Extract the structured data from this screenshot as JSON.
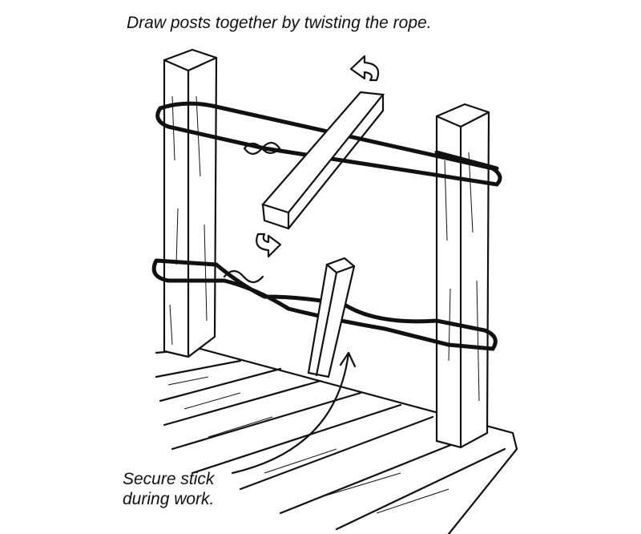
{
  "captions": {
    "top": "Draw posts together by twisting the rope.",
    "bottom_line1": "Secure stick",
    "bottom_line2": "during work."
  },
  "icons": [
    "rotate-arrow-icon",
    "rotate-arrow-icon"
  ]
}
